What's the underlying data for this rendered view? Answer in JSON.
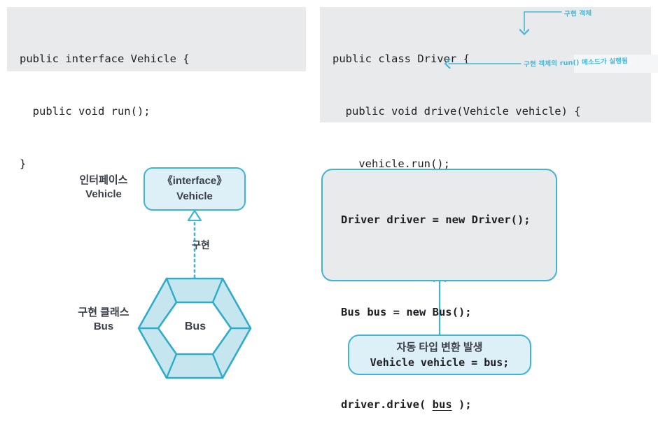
{
  "code_blocks": {
    "vehicle_interface": {
      "lines": [
        "public interface Vehicle {",
        "  public void run();",
        "}"
      ]
    },
    "driver_class": {
      "lines": [
        "public class Driver {",
        "  public void drive(Vehicle vehicle) {",
        "    vehicle.run();",
        "  }",
        "}"
      ]
    }
  },
  "annotations": {
    "implementation_object": "구현 객체",
    "run_executed": "구현 객체의 run() 메소드가 실행됨"
  },
  "uml": {
    "interface_label": {
      "line1": "인터페이스",
      "line2": "Vehicle"
    },
    "interface_box": {
      "stereotype": "《interface》",
      "name": "Vehicle"
    },
    "realization_label": "구현",
    "impl_class_label": {
      "line1": "구현 클래스",
      "line2": "Bus"
    },
    "hexagon_label": "Bus"
  },
  "snippet": {
    "line1": "Driver driver = new Driver();",
    "line2": "Bus bus = new Bus();",
    "line3_prefix": "driver.drive( ",
    "line3_token": "bus",
    "line3_suffix": " );"
  },
  "callout": {
    "korean": "자동 타입 변환 발생",
    "code": "Vehicle vehicle = bus;"
  },
  "colors": {
    "code_bg": "#e8eaec",
    "accent_cyan": "#3fb4d4",
    "box_fill": "#ddf0f7",
    "hex_fill": "#c5e6ef",
    "text": "#3a3f4a",
    "handwriting": "#49b6d6"
  }
}
